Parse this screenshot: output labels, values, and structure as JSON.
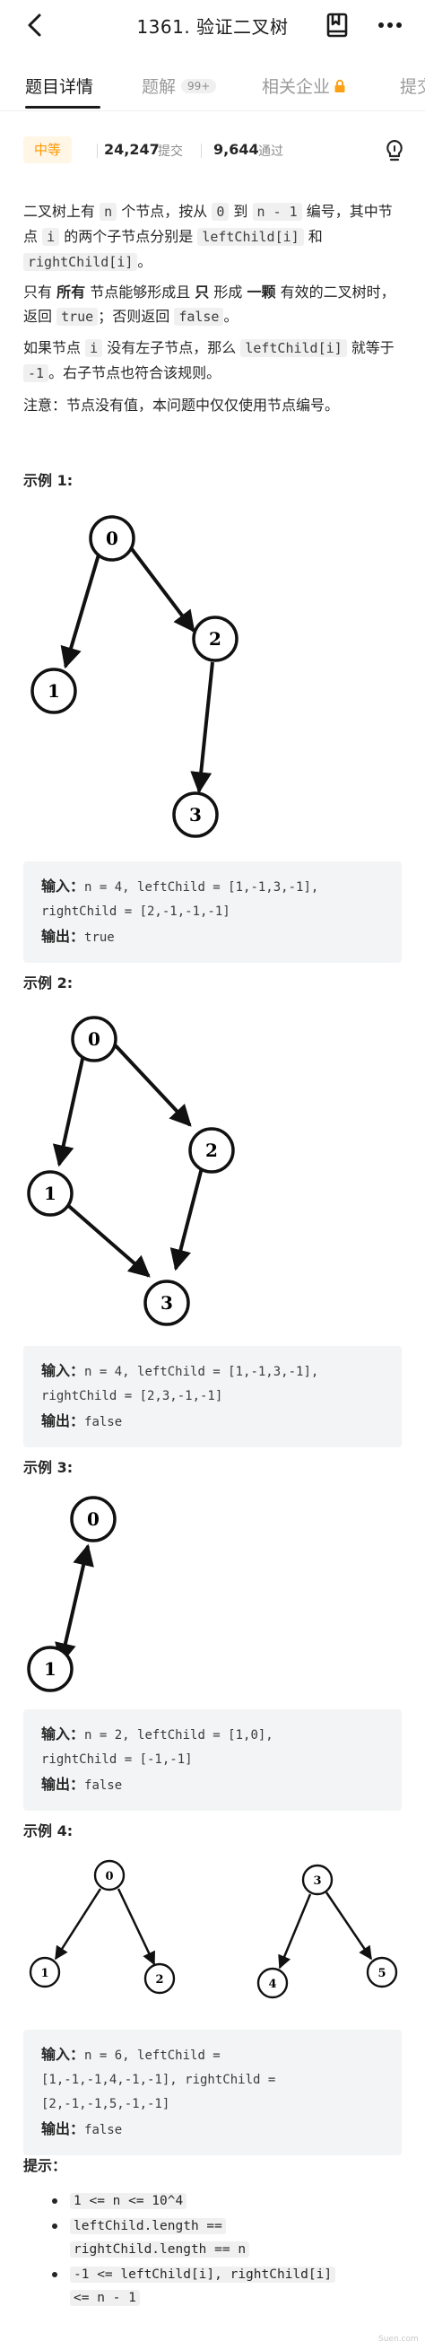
{
  "header": {
    "title": "1361. 验证二叉树"
  },
  "tabs": [
    {
      "label": "题目详情",
      "active": true
    },
    {
      "label": "题解",
      "badge": "99+"
    },
    {
      "label": "相关企业"
    },
    {
      "label": "提交"
    }
  ],
  "stats": {
    "difficulty": "中等",
    "submissions": "24,247",
    "submissions_label": "提交",
    "accepted": "9,644",
    "accepted_label": "通过"
  },
  "description": {
    "p1": {
      "a": "二叉树上有 ",
      "b": "n",
      "c": " 个节点，按从 ",
      "d": "0",
      "e": " 到 ",
      "f": "n - 1",
      "g": " 编号，其中节点 ",
      "h": "i",
      "i": " 的两个子节点分别是 ",
      "j": "leftChild[i]",
      "k": " 和 ",
      "l": "rightChild[i]",
      "m": "。"
    },
    "p2": {
      "a": "只有 ",
      "b": "所有",
      "c": " 节点能够形成且 ",
      "d": "只",
      "e": " 形成 ",
      "f": "一颗",
      "g": " 有效的二叉树时，返回 ",
      "h": "true",
      "i": "；否则返回 ",
      "j": "false",
      "k": "。"
    },
    "p3": {
      "a": "如果节点 ",
      "b": "i",
      "c": " 没有左子节点，那么 ",
      "d": "leftChild[i]",
      "e": " 就等于 ",
      "f": "-1",
      "g": "。右子节点也符合该规则。"
    },
    "p4": "注意：节点没有值，本问题中仅仅使用节点编号。"
  },
  "examples": [
    {
      "title": "示例 1:",
      "input_label": "输入：",
      "input_line1": "n = 4, leftChild = [1,-1,3,-1],",
      "input_line2": "rightChild = [2,-1,-1,-1]",
      "output_label": "输出：",
      "output": "true",
      "nodes": [
        "0",
        "1",
        "2",
        "3"
      ]
    },
    {
      "title": "示例 2:",
      "input_label": "输入：",
      "input_line1": "n = 4, leftChild = [1,-1,3,-1],",
      "input_line2": "rightChild = [2,3,-1,-1]",
      "output_label": "输出：",
      "output": "false",
      "nodes": [
        "0",
        "1",
        "2",
        "3"
      ]
    },
    {
      "title": "示例 3:",
      "input_label": "输入：",
      "input_line1": "n = 2, leftChild = [1,0],",
      "input_line2": "rightChild = [-1,-1]",
      "output_label": "输出：",
      "output": "false",
      "nodes": [
        "0",
        "1"
      ]
    },
    {
      "title": "示例 4:",
      "input_label": "输入：",
      "input_line1": "n = 6, leftChild =",
      "input_line2": "[1,-1,-1,4,-1,-1], rightChild =",
      "input_line3": "[2,-1,-1,5,-1,-1]",
      "output_label": "输出：",
      "output": "false",
      "nodes": [
        "0",
        "1",
        "2",
        "3",
        "4",
        "5"
      ]
    }
  ],
  "hints": {
    "title": "提示：",
    "items": [
      {
        "line1": "1 <= n <= 10^4"
      },
      {
        "line1": "leftChild.length ==",
        "line2": "rightChild.length == n"
      },
      {
        "line1": "-1 <= leftChild[i], rightChild[i]",
        "line2": "<= n - 1"
      }
    ]
  },
  "watermark": "Suen.com",
  "colors": {
    "difficulty_text": "#ff9800",
    "difficulty_bg": "#fff6e6",
    "lock": "#ffa116",
    "code_bg": "#f0f0f0",
    "io_bg": "#f3f4f5"
  }
}
